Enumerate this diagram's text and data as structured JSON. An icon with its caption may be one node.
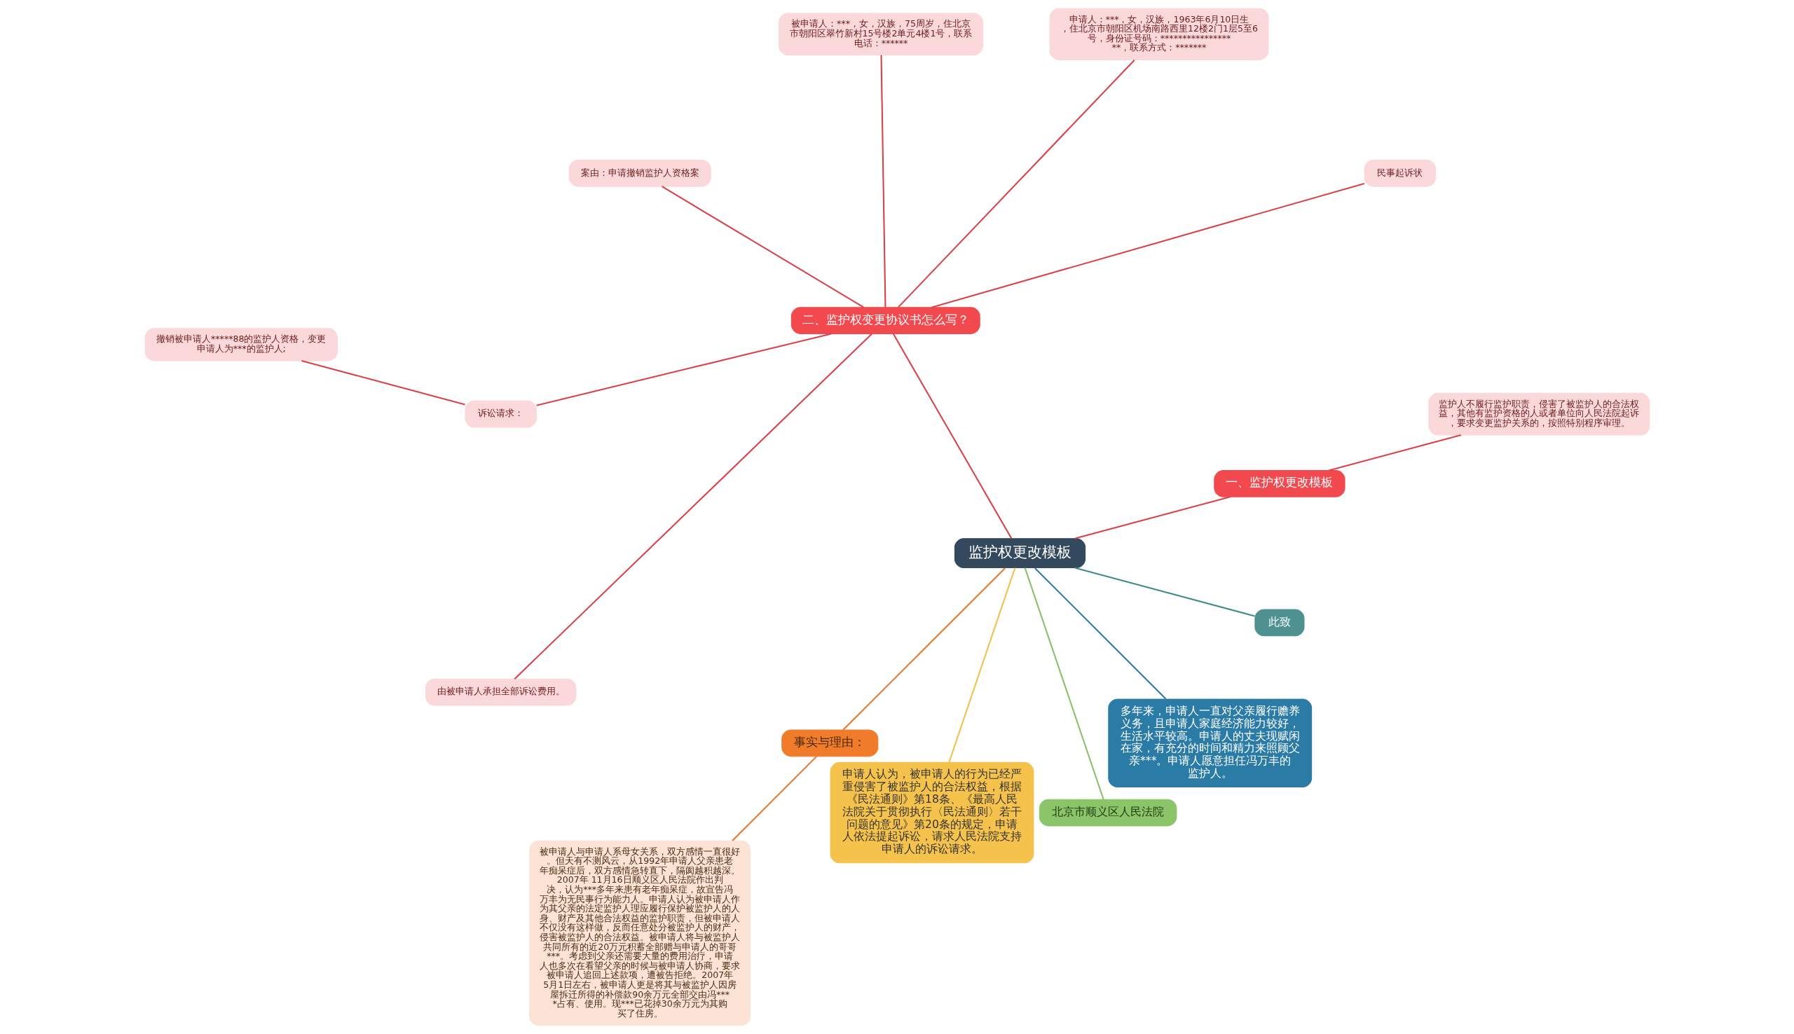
{
  "diagram": {
    "nodes": [
      {
        "text": [
          "监护权更改模板"
        ]
      },
      {
        "text": [
          "一、监护权更改模板"
        ]
      },
      {
        "text": [
          "监护人不履行监护职责，侵害了被监护人的合法权益，其他有监护资格的人或者单位向人民法院起诉，要求变更监护关系的，按照特别程序审理。"
        ]
      },
      {
        "text": [
          "二、监护权变更协议书怎么写？"
        ]
      },
      {
        "text": [
          "民事起诉状"
        ]
      },
      {
        "text": [
          "申请人：***，女，汉族，1963年6月10日生，住北京市朝阳区机场南路西里12楼2门1层5至6号，身份证号码：******************，联系方式：*******"
        ]
      },
      {
        "text": [
          "被申请人：***，女，汉族，75周岁，住北京市朝阳区翠竹新村15号楼2单元4楼1号，联系电话：******"
        ]
      },
      {
        "text": [
          "案由：申请撤销监护人资格案"
        ]
      },
      {
        "text": [
          "诉讼请求："
        ]
      },
      {
        "text": [
          "撤销被申请人*****88的监护人资格，变更申请人为***的监护人;"
        ]
      },
      {
        "text": [
          "由被申请人承担全部诉讼费用。"
        ]
      },
      {
        "text": [
          "事实与理由："
        ]
      },
      {
        "text": [
          "被申请人与申请人系母女关系，双方感情一直很好。但天有不测风云，从1992年申请人父亲患老年痴呆症后，双方感情急转直下，隔阂越积越深。2007年 11月16日顺义区人民法院作出判决，认为***多年来患有老年痴呆症，故宣告冯万丰为无民事行为能力人。申请人认为被申请人作为其父亲的法定监护人理应履行保护被监护人的人身、财产及其他合法权益的监护职责，但被申请人不仅没有这样做，反而任意处分被监护人的财产，侵害被监护人的合法权益。被申请人将与被监护人共同所有的近20万元积蓄全部赠与申请人的哥哥***。考虑到父亲还需要大量的费用治疗，申请人也多次在看望父亲的时候与被申请人协商，要求被申请人追回上述款项，遭被告拒绝。2007年5月1日左右，被申请人更是将其与被监护人因房屋拆迁所得的补偿款90余万元全部交由冯****占有、使用。现***已花掉30余万元为其购买了住房。"
        ]
      },
      {
        "text": [
          "申请人认为，被申请人的行为已经严重侵害了被监护人的合法权益，根据《民法通则》第18条、《最高人民法院关于贯彻执行〈民法通则〉若干问题的意见》第20条的规定，申请人依法提起诉讼，请求人民法院支持申请人的诉讼请求。"
        ]
      },
      {
        "text": [
          "北京市顺义区人民法院"
        ]
      },
      {
        "text": [
          "多年来，申请人一直对父亲履行赡养义务，且申请人家庭经济能力较好，生活水平较高。申请人的丈夫现赋闲在家，有充分的时间和精力来照顾父亲***。申请人愿意担任冯万丰的监护人。"
        ]
      },
      {
        "text": [
          "此致"
        ]
      }
    ],
    "edges": [
      {
        "from": 0,
        "to": 1,
        "arrow": "none"
      },
      {
        "from": 1,
        "to": 2,
        "arrow": "none"
      },
      {
        "from": 0,
        "to": 3,
        "arrow": "none"
      },
      {
        "from": 3,
        "to": 4,
        "arrow": "none"
      },
      {
        "from": 3,
        "to": 5,
        "arrow": "none"
      },
      {
        "from": 3,
        "to": 6,
        "arrow": "none"
      },
      {
        "from": 3,
        "to": 7,
        "arrow": "none"
      },
      {
        "from": 3,
        "to": 8,
        "arrow": "none"
      },
      {
        "from": 8,
        "to": 9,
        "arrow": "none"
      },
      {
        "from": 3,
        "to": 10,
        "arrow": "none"
      },
      {
        "from": 0,
        "to": 11,
        "arrow": "none",
        "color": "#e8782e"
      },
      {
        "from": 11,
        "to": 12,
        "arrow": "none",
        "color": "#e8782e"
      },
      {
        "from": 0,
        "to": 13,
        "arrow": "none",
        "color": "#f2c14e"
      },
      {
        "from": 0,
        "to": 14,
        "arrow": "none",
        "color": "#8cc06a"
      },
      {
        "from": 0,
        "to": 15,
        "arrow": "none",
        "color": "#2a7ba3"
      },
      {
        "from": 0,
        "to": 16,
        "arrow": "none",
        "color": "#3f8a8a"
      }
    ]
  }
}
